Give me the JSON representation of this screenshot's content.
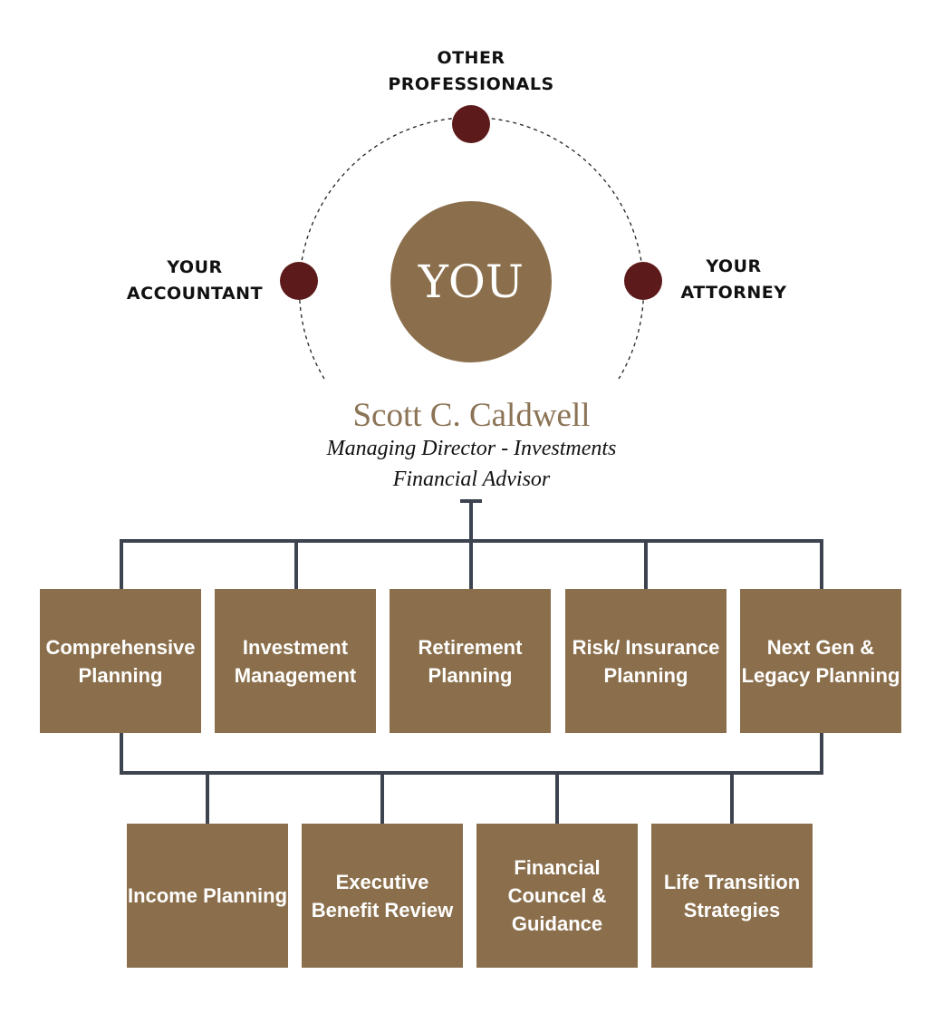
{
  "circle": {
    "center_label": "YOU",
    "nodes": [
      {
        "id": "top",
        "line1": "OTHER",
        "line2": "PROFESSIONALS"
      },
      {
        "id": "left",
        "line1": "YOUR",
        "line2": "ACCOUNTANT"
      },
      {
        "id": "right",
        "line1": "YOUR",
        "line2": "ATTORNEY"
      }
    ]
  },
  "advisor": {
    "name": "Scott C. Caldwell",
    "title1": "Managing Director - Investments",
    "title2": "Financial Advisor"
  },
  "services_row1": [
    "Comprehensive Planning",
    "Investment Management",
    "Retirement Planning",
    "Risk/ Insurance Planning",
    "Next Gen & Legacy Planning"
  ],
  "services_row2": [
    "Income Planning",
    "Executive Benefit Review",
    "Financial Councel & Guidance",
    "Life Transition Strategies"
  ],
  "colors": {
    "box": "#8b6f4c",
    "dot": "#5c1a1b",
    "line": "#3d4450",
    "name": "#8b7355"
  }
}
